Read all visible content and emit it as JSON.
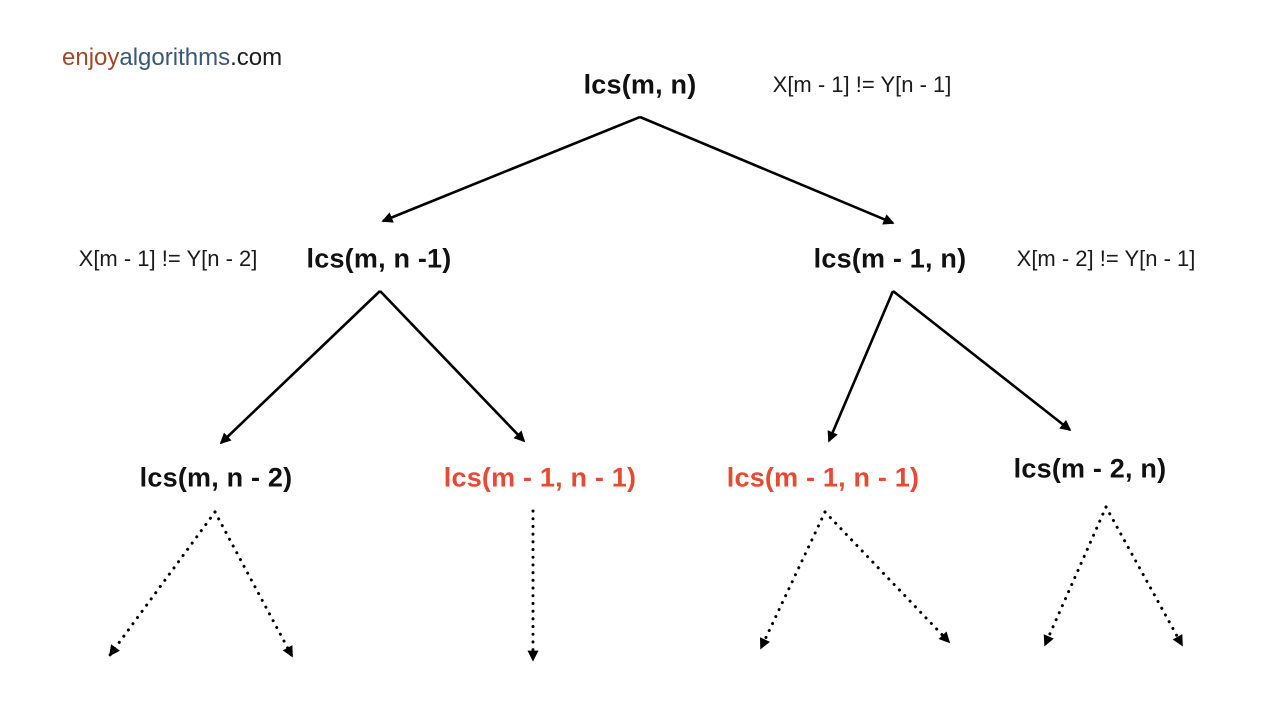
{
  "logo": {
    "part_enjoy": "enjoy",
    "part_algorithms": "algorithms",
    "part_com": ".com"
  },
  "colors": {
    "logo_enjoy": "#9e4a28",
    "logo_algorithms": "#3a587c",
    "logo_com": "#1c1c1c",
    "node_default": "#111111",
    "node_highlight": "#e74a33",
    "arrow": "#000000"
  },
  "tree": {
    "root": {
      "label": "lcs(m, n)",
      "annotation": "X[m - 1] != Y[n - 1]"
    },
    "level2": [
      {
        "label": "lcs(m, n -1)",
        "annotation": "X[m - 1] != Y[n - 2]",
        "annotation_side": "left"
      },
      {
        "label": "lcs(m - 1, n)",
        "annotation": "X[m - 2] != Y[n - 1]",
        "annotation_side": "right"
      }
    ],
    "level3": [
      {
        "label": "lcs(m, n - 2)",
        "highlighted": false
      },
      {
        "label": "lcs(m - 1, n - 1)",
        "highlighted": true
      },
      {
        "label": "lcs(m - 1, n - 1)",
        "highlighted": true
      },
      {
        "label": "lcs(m - 2, n)",
        "highlighted": false
      }
    ]
  }
}
